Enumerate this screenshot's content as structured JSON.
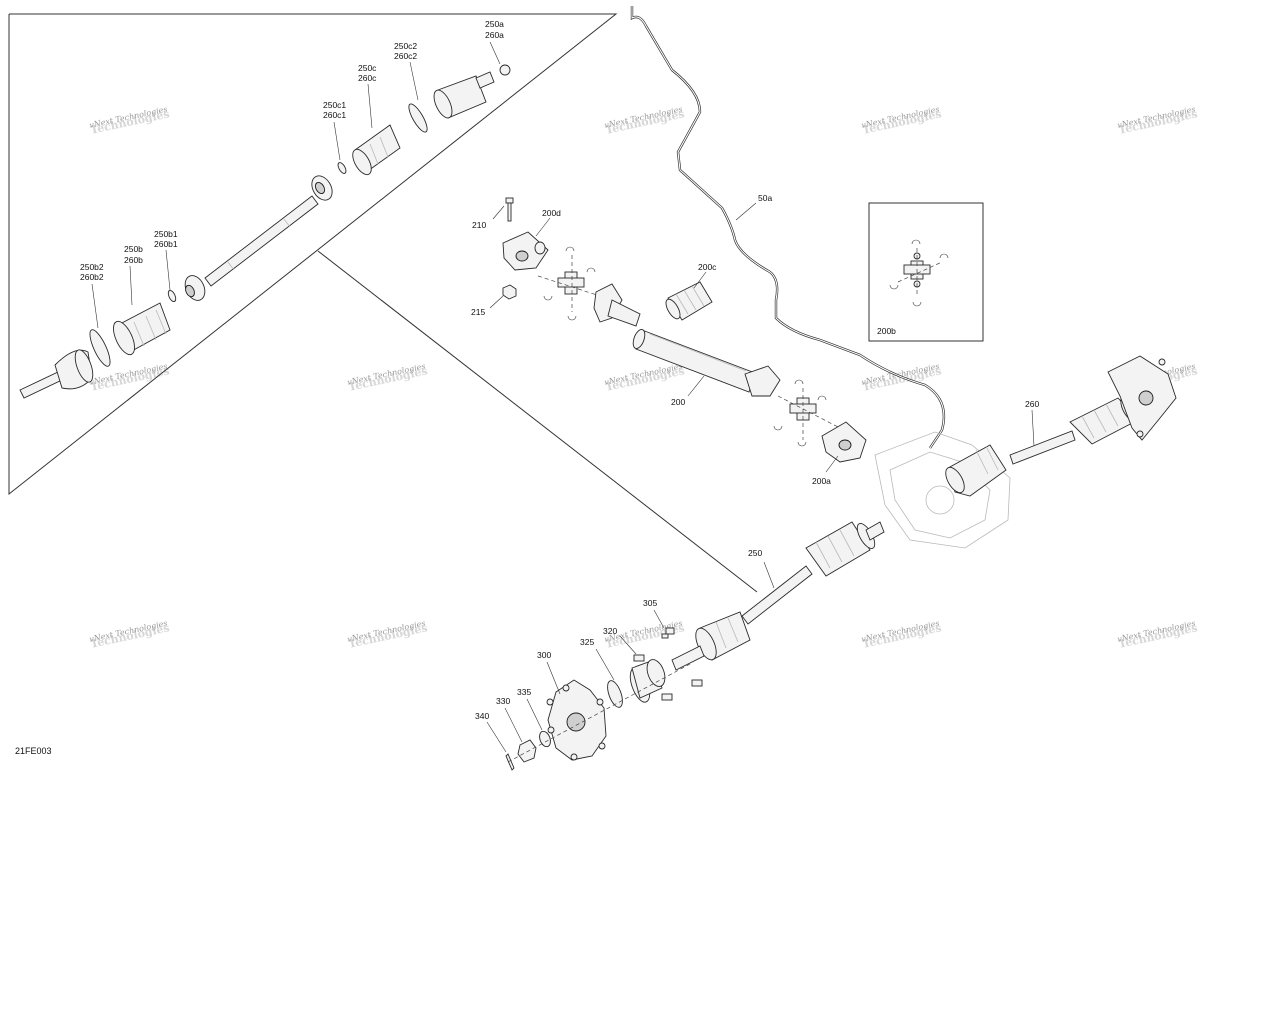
{
  "drawing_id": "21FE003",
  "watermark": {
    "line1": "vNext Technologies",
    "line2": "Technologies"
  },
  "callouts": {
    "c250a_260a": [
      "250a",
      "260a"
    ],
    "c250c2_260c2": [
      "250c2",
      "260c2"
    ],
    "c250c_260c": [
      "250c",
      "260c"
    ],
    "c250c1_260c1": [
      "250c1",
      "260c1"
    ],
    "c250b1_260b1": [
      "250b1",
      "260b1"
    ],
    "c250b_260b": [
      "250b",
      "260b"
    ],
    "c250b2_260b2": [
      "250b2",
      "260b2"
    ],
    "c210": "210",
    "c200d": "200d",
    "c215": "215",
    "c200c": "200c",
    "c50a": "50a",
    "c200b": "200b",
    "c200": "200",
    "c200a": "200a",
    "c260": "260",
    "c250": "250",
    "c305": "305",
    "c320": "320",
    "c325": "325",
    "c300": "300",
    "c335": "335",
    "c330": "330",
    "c340": "340"
  }
}
